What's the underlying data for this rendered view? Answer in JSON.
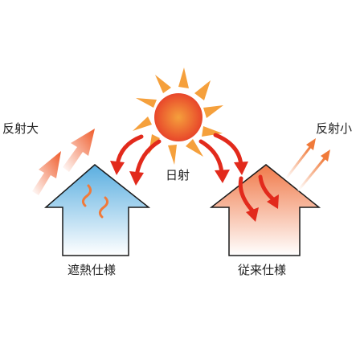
{
  "labels": {
    "reflection_large": "反射大",
    "sunlight": "日射",
    "reflection_small": "反射小",
    "left_house": "遮熱仕様",
    "right_house": "従来仕様"
  },
  "colors": {
    "sun_core": "#e8462a",
    "sun_rays": "#f5a03c",
    "arrow_red": "#e22a1c",
    "arrow_orange": "#f07a3a",
    "left_house_top": "#5aaee0",
    "left_house_bottom": "#ffffff",
    "right_house_top": "#f07a4a",
    "right_house_bottom": "#ffffff",
    "outline": "#1a1a1a"
  }
}
